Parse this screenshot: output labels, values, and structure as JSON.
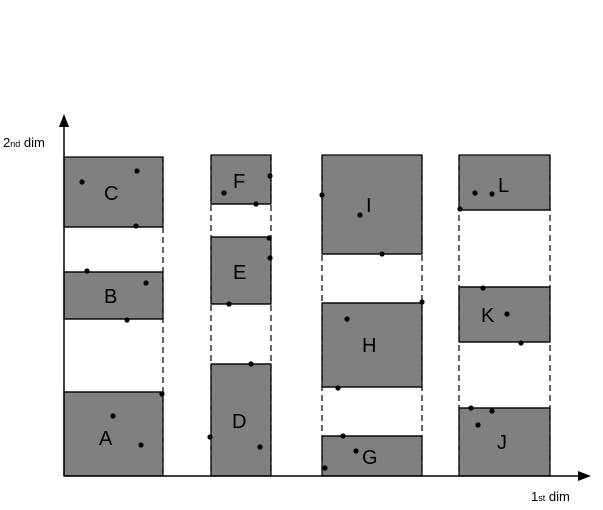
{
  "axes": {
    "x_label_num": "1",
    "x_label_sub": "st",
    "x_label_word": " dim",
    "y_label_num": "2",
    "y_label_sub": "nd",
    "y_label_word": " dim"
  },
  "regions": [
    "A",
    "B",
    "C",
    "D",
    "E",
    "F",
    "G",
    "H",
    "I",
    "J",
    "K",
    "L"
  ]
}
